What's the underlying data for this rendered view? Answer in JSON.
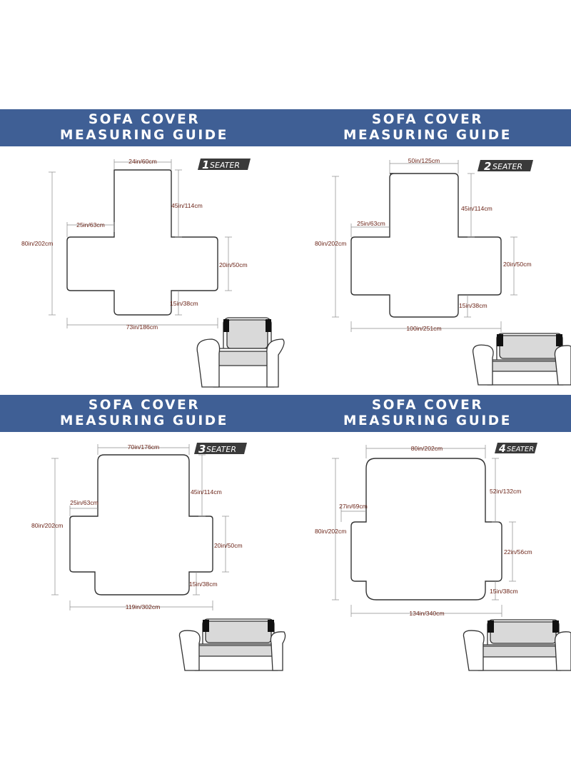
{
  "colors": {
    "band": "#3f5f95",
    "band_text": "#ffffff",
    "outline": "#333333",
    "dim_line": "#8c8c8c",
    "dim_text": "#6b2418",
    "badge_bg": "#3a3a3a",
    "sofa_seat": "#d9d9d9"
  },
  "panels": [
    {
      "title_line1": "SOFA COVER",
      "title_line2": "MEASURING GUIDE",
      "seater_number": "1",
      "seater_word": "SEATER",
      "dims": {
        "top_width": "24in/60cm",
        "back_height": "45in/114cm",
        "arm_width": "25in/63cm",
        "total_length": "80in/202cm",
        "arm_height": "20in/50cm",
        "skirt_height": "15in/38cm",
        "total_width": "73in/186cm"
      },
      "sofa_icon": "armchair-icon"
    },
    {
      "title_line1": "SOFA COVER",
      "title_line2": "MEASURING GUIDE",
      "seater_number": "2",
      "seater_word": "SEATER",
      "dims": {
        "top_width": "50in/125cm",
        "back_height": "45in/114cm",
        "arm_width": "25in/63cm",
        "total_length": "80in/202cm",
        "arm_height": "20in/50cm",
        "skirt_height": "15in/38cm",
        "total_width": "100in/251cm"
      },
      "sofa_icon": "loveseat-icon"
    },
    {
      "title_line1": "SOFA COVER",
      "title_line2": "MEASURING GUIDE",
      "seater_number": "3",
      "seater_word": "SEATER",
      "dims": {
        "top_width": "70in/176cm",
        "back_height": "45in/114cm",
        "arm_width": "25in/63cm",
        "total_length": "80in/202cm",
        "arm_height": "20in/50cm",
        "skirt_height": "15in/38cm",
        "total_width": "119in/302cm"
      },
      "sofa_icon": "sofa-icon"
    },
    {
      "title_line1": "SOFA COVER",
      "title_line2": "MEASURING GUIDE",
      "seater_number": "4",
      "seater_word": "SEATER",
      "dims": {
        "top_width": "80in/202cm",
        "back_height": "52in/132cm",
        "arm_width": "27in/69cm",
        "total_length": "80in/202cm",
        "arm_height": "22in/56cm",
        "skirt_height": "15in/38cm",
        "total_width": "134in/340cm"
      },
      "sofa_icon": "large-sofa-icon"
    }
  ]
}
